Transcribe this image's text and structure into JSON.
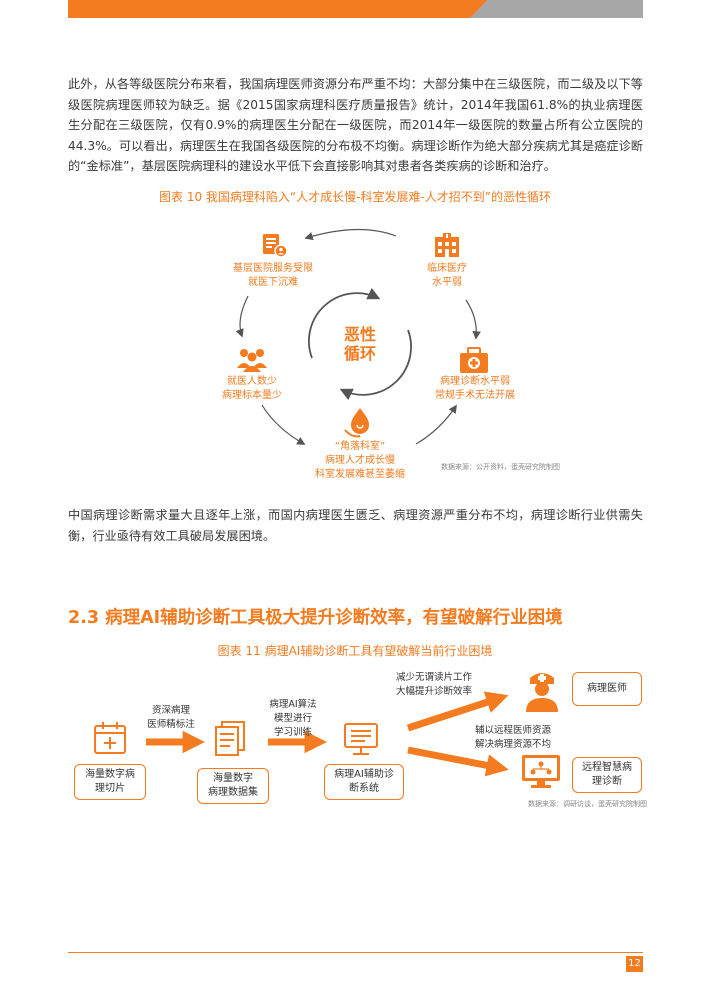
{
  "page": {
    "paragraph1": "此外，从各等级医院分布来看，我国病理医师资源分布严重不均：大部分集中在三级医院，而二级及以下等级医院病理医师较为缺乏。据《2015国家病理科医疗质量报告》统计，2014年我国61.8%的执业病理医生分配在三级医院，仅有0.9%的病理医生分配在一级医院，而2014年一级医院的数量占所有公立医院的44.3%。可以看出，病理医生在我国各级医院的分布极不均衡。病理诊断作为绝大部分疾病尤其是癌症诊断的“金标准”，基层医院病理科的建设水平低下会直接影响其对患者各类疾病的诊断和治疗。",
    "paragraph2": "中国病理诊断需求量大且逐年上涨，而国内病理医生匮乏、病理资源严重分布不均，病理诊断行业供需失衡，行业亟待有效工具破局发展困境。",
    "section_heading": "2.3 病理AI辅助诊断工具极大提升诊断效率，有望破解行业困境",
    "page_number": "12"
  },
  "figure10": {
    "caption": "图表 10 我国病理科陷入“人才成长慢-科室发展难-人才招不到”的恶性循环",
    "center": [
      "恶性",
      "循环"
    ],
    "nodes": [
      {
        "icon": "document-user-icon",
        "lines": [
          "基层医院服务受限",
          "就医下沉难"
        ]
      },
      {
        "icon": "hospital-building-icon",
        "lines": [
          "临床医疗",
          "水平弱"
        ]
      },
      {
        "icon": "medical-kit-icon",
        "lines": [
          "病理诊断水平弱",
          "常规手术无法开展"
        ]
      },
      {
        "icon": "droplet-hand-icon",
        "lines": [
          "“角落科室”",
          "病理人才成长慢",
          "科室发展难甚至萎缩"
        ]
      },
      {
        "icon": "people-group-icon",
        "lines": [
          "就医人数少",
          "病理标本量少"
        ]
      }
    ],
    "source": "数据来源：公开资料，蛋壳研究院制图"
  },
  "figure11": {
    "caption": "图表 11 病理AI辅助诊断工具有望破解当前行业困境",
    "steps": [
      {
        "icon": "calendar-plus-icon",
        "box": [
          "海量数字病",
          "理切片"
        ]
      },
      {
        "icon": "stacked-documents-icon",
        "box": [
          "海量数字",
          "病理数据集"
        ]
      },
      {
        "icon": "computer-monitor-icon",
        "box": [
          "病理AI辅助诊",
          "断系统"
        ]
      }
    ],
    "arrow_labels": [
      [
        "资深病理",
        "医师精标注"
      ],
      [
        "病理AI算法",
        "模型进行",
        "学习训练"
      ]
    ],
    "outcomes": [
      {
        "icon": "doctor-icon",
        "box": [
          "病理医师"
        ],
        "arrow_label": [
          "减少无谓读片工作",
          "大幅提升诊断效率"
        ]
      },
      {
        "icon": "remote-screen-icon",
        "box": [
          "远程智慧病",
          "理诊断"
        ],
        "arrow_label": [
          "辅以远程医师资源",
          "解决病理资源不均"
        ]
      }
    ],
    "source": "数据来源：调研访谈，蛋壳研究院制图"
  },
  "colors": {
    "accent": "#f47b20",
    "gray": "#a7a7a7",
    "text": "#3a3a3a"
  }
}
